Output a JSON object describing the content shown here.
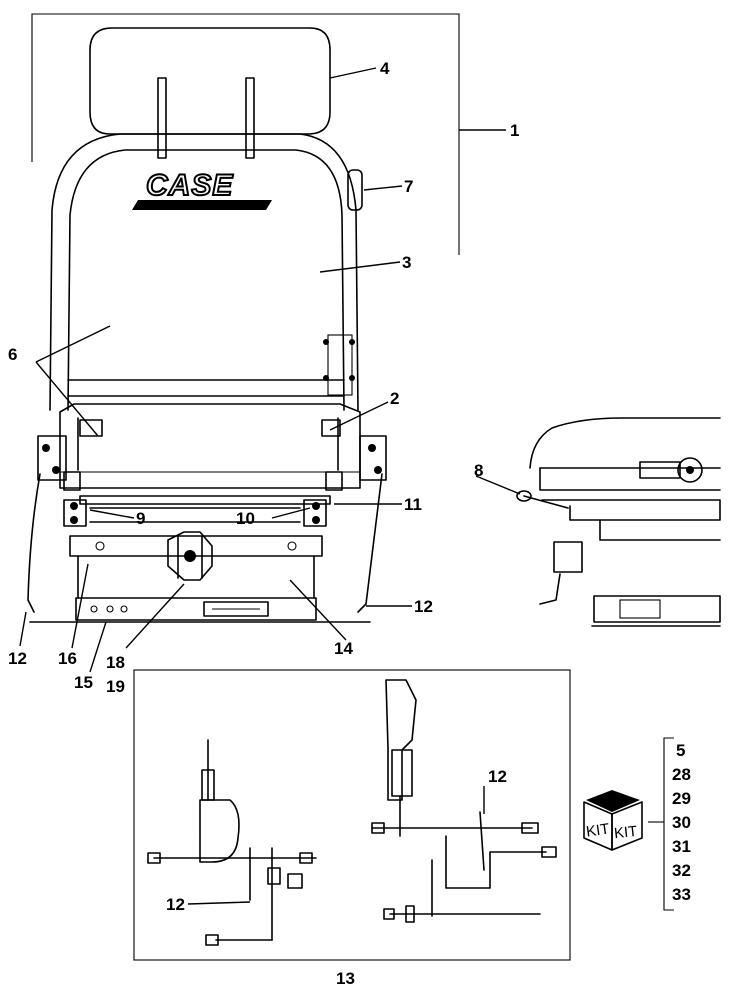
{
  "brand_logo": "CASE",
  "callouts": {
    "c1": "1",
    "c2": "2",
    "c3": "3",
    "c4": "4",
    "c5": "5",
    "c6": "6",
    "c7": "7",
    "c8": "8",
    "c9": "9",
    "c10": "10",
    "c11": "11",
    "c12_right": "12",
    "c12_left": "12",
    "c12_inset_a": "12",
    "c12_inset_b": "12",
    "c13": "13",
    "c14": "14",
    "c15": "15",
    "c16": "16",
    "c18": "18",
    "c19": "19"
  },
  "kit": {
    "labels": [
      "KIT",
      "KIT"
    ],
    "items": [
      "5",
      "28",
      "29",
      "30",
      "31",
      "32",
      "33"
    ]
  }
}
